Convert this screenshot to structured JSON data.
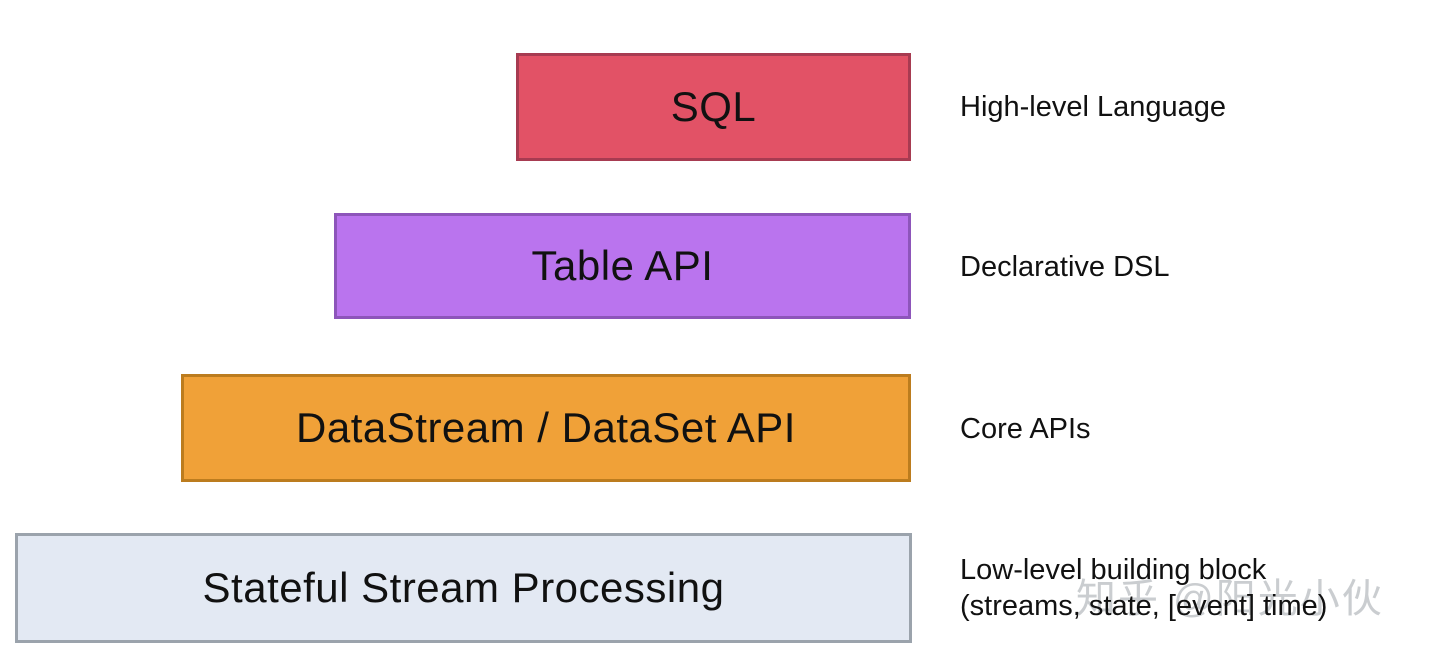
{
  "diagram": {
    "layers": [
      {
        "label": "SQL",
        "annotation": "High-level Language",
        "fill": "#e25266",
        "border": "#a73b51"
      },
      {
        "label": "Table API",
        "annotation": "Declarative DSL",
        "fill": "#ba74ee",
        "border": "#8d55ba"
      },
      {
        "label": "DataStream / DataSet API",
        "annotation": "Core APIs",
        "fill": "#f0a138",
        "border": "#bc7c1e"
      },
      {
        "label": "Stateful Stream Processing",
        "annotation": "Low-level building block",
        "annotation2": "(streams, state, [event] time)",
        "fill": "#e3e9f3",
        "border": "#9ba3ac"
      }
    ],
    "watermark": "知乎 @阳光小伙"
  }
}
